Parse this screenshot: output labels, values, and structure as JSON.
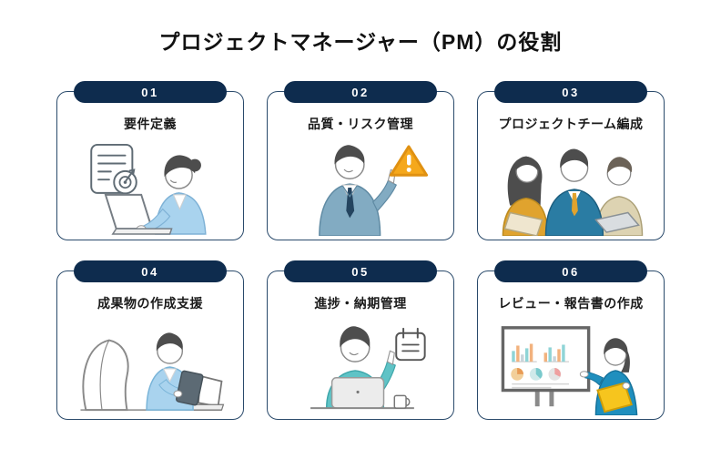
{
  "page": {
    "title": "プロジェクトマネージャー（PM）の役割"
  },
  "colors": {
    "page_bg": "#ffffff",
    "title_text": "#111111",
    "badge_bg": "#0e2c4e",
    "badge_text": "#ffffff",
    "card_bg": "#ffffff",
    "card_border": "#2a4a6b",
    "card_title_text": "#1a1a1a",
    "warning_amber": "#f5a81c",
    "suit_steel_blue": "#82abc2",
    "suit_teal_blue": "#2a7ca3",
    "suit_bright_blue": "#1f8fbe",
    "jacket_light_blue": "#a9d3ee",
    "jacket_mustard": "#e0a32e",
    "suit_beige": "#ddd3b2",
    "shirt_teal": "#5fc3c6",
    "folder_yellow": "#f6c51e",
    "hair_dark": "#4d4d4d"
  },
  "cards": [
    {
      "number": "01",
      "title": "要件定義",
      "illustration": "woman-working-on-laptop-with-document-and-target-icon"
    },
    {
      "number": "02",
      "title": "品質・リスク管理",
      "illustration": "businessman-pointing-at-warning-triangle"
    },
    {
      "number": "03",
      "title": "プロジェクトチーム編成",
      "illustration": "three-team-members-discussing-with-laptop"
    },
    {
      "number": "04",
      "title": "成果物の作成支援",
      "illustration": "two-colleagues-reviewing-tablet-and-laptop"
    },
    {
      "number": "05",
      "title": "進捗・納期管理",
      "illustration": "man-at-laptop-pointing-at-calendar"
    },
    {
      "number": "06",
      "title": "レビュー・報告書の作成",
      "illustration": "woman-presenting-charts-on-whiteboard-holding-folder"
    }
  ]
}
